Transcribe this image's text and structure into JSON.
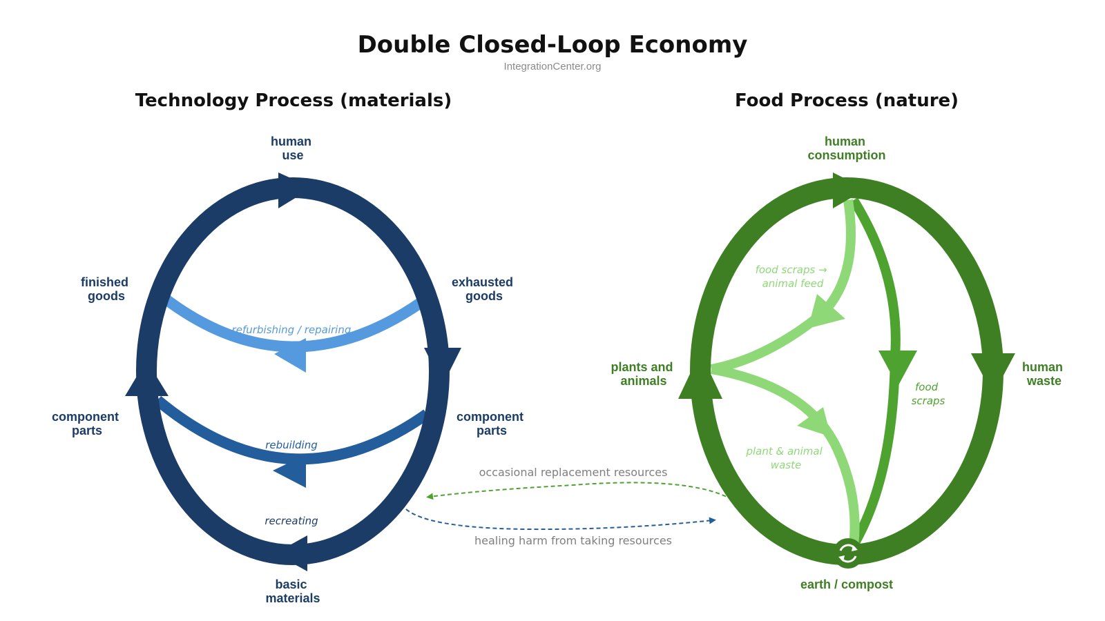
{
  "title": "Double Closed-Loop Economy",
  "subtitle": "IntegrationCenter.org",
  "colors": {
    "tech_dark": "#1a3c66",
    "tech_light": "#5599de",
    "tech_mid": "#235d9b",
    "food_dark": "#3e7f24",
    "food_mid": "#4ea330",
    "food_light": "#8fd878",
    "bridge_text": "#7f7f7f"
  },
  "technology": {
    "heading": "Technology Process (materials)",
    "top_label": [
      "human",
      "use"
    ],
    "finished_goods": [
      "finished",
      "goods"
    ],
    "exhausted_goods": [
      "exhausted",
      "goods"
    ],
    "component_parts_left": [
      "component",
      "parts"
    ],
    "component_parts_right": [
      "component",
      "parts"
    ],
    "bottom_label": [
      "basic",
      "materials"
    ],
    "flow_refurbishing": "refurbishing / repairing",
    "flow_rebuilding": "rebuilding",
    "flow_recreating": "recreating"
  },
  "food": {
    "heading": "Food Process (nature)",
    "top_label": [
      "human",
      "consumption"
    ],
    "left_label": [
      "plants and",
      "animals"
    ],
    "right_label": [
      "human",
      "waste"
    ],
    "bottom_label": "earth / compost",
    "flow_food_scraps_feed": [
      "food scraps →",
      "animal feed"
    ],
    "flow_food_scraps": [
      "food",
      "scraps"
    ],
    "flow_plant_animal_waste": [
      "plant & animal",
      "waste"
    ],
    "recycle_icon": "recycle-icon"
  },
  "bridge": {
    "top_label": "occasional replacement resources",
    "bottom_label": "healing harm from taking resources"
  }
}
